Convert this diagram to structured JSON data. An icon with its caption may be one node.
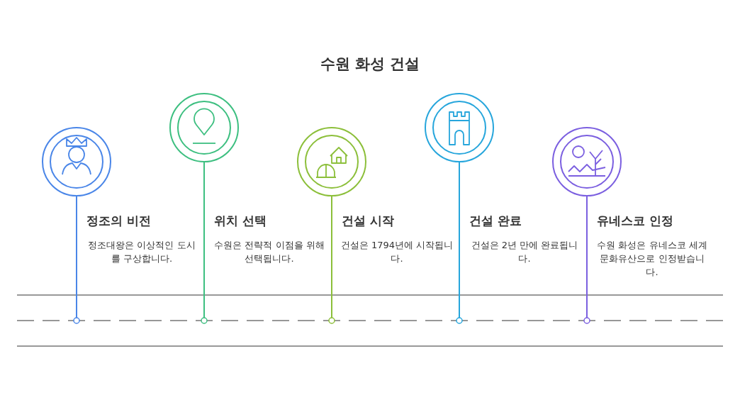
{
  "diagram": {
    "title": "수원 화성 건설",
    "nodes": [
      {
        "text": [],
        "shape": "circle",
        "beside": [
          "정조의 비전",
          "정조대왕은 이상적인 도시를 구상합니다."
        ]
      },
      {
        "text": [],
        "shape": "circle",
        "beside": [
          "위치 선택",
          "수원은 전략적 이점을 위해 선택됩니다."
        ]
      },
      {
        "text": [],
        "shape": "circle",
        "beside": [
          "건설 시작",
          "건설은 1794년에 시작됩니다."
        ]
      },
      {
        "text": [],
        "shape": "circle",
        "beside": [
          "건설 완료",
          "건설은 2년 만에 완료됩니다."
        ]
      },
      {
        "text": [],
        "shape": "circle",
        "beside": [
          "유네스코 인정",
          "수원 화성은 유네스코 세계문화유산으로 인정받습니다."
        ]
      },
      {
        "text": [],
        "shape": "circle"
      },
      {
        "text": [],
        "shape": "circle"
      },
      {
        "text": [],
        "shape": "circle"
      },
      {
        "text": [],
        "shape": "circle"
      },
      {
        "text": [],
        "shape": "circle"
      }
    ],
    "edges": [
      {
        "from": 0,
        "to": 5,
        "arrow": "none",
        "color": "#4a86e8"
      },
      {
        "from": 1,
        "to": 6,
        "arrow": "none",
        "color": "#3dbf80"
      },
      {
        "from": 2,
        "to": 7,
        "arrow": "none",
        "color": "#8cbf3a"
      },
      {
        "from": 3,
        "to": 8,
        "arrow": "none",
        "color": "#27a6dc"
      },
      {
        "from": 4,
        "to": 9,
        "arrow": "none",
        "color": "#7b5fe0"
      }
    ]
  }
}
